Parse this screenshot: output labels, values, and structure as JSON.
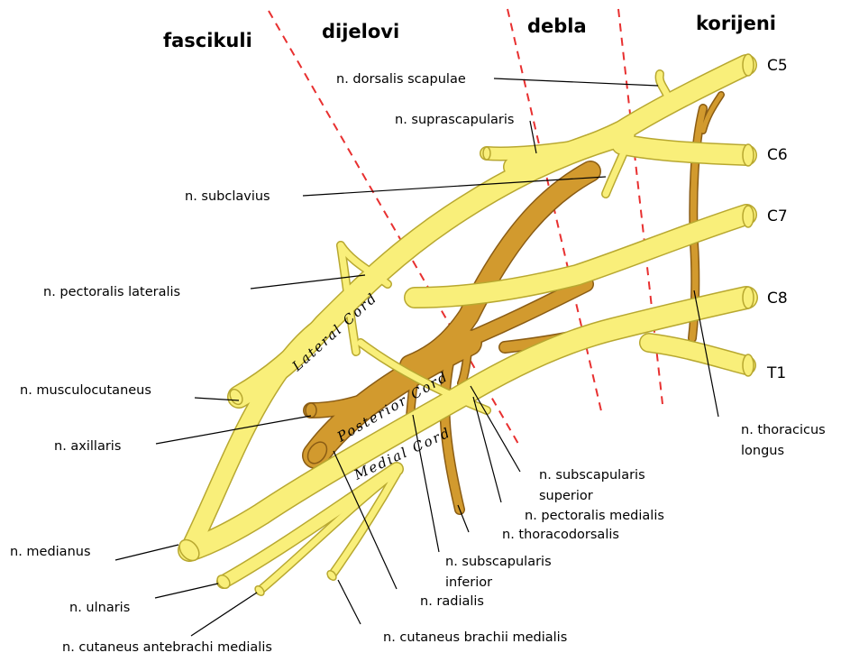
{
  "headers": {
    "fascikuli": "fascikuli",
    "dijelovi": "dijelovi",
    "debla": "debla",
    "korijeni": "korijeni"
  },
  "roots": {
    "c5": "C5",
    "c6": "C6",
    "c7": "C7",
    "c8": "C8",
    "t1": "T1"
  },
  "cords": {
    "lateral": "Lateral Cord",
    "posterior": "Posterior Cord",
    "medial": "Medial Cord"
  },
  "labels": {
    "dorsalis_scapulae": "n. dorsalis scapulae",
    "suprascapularis": "n. suprascapularis",
    "subclavius": "n. subclavius",
    "pectoralis_lateralis": "n. pectoralis lateralis",
    "musculocutaneus": "n. musculocutaneus",
    "axillaris": "n. axillaris",
    "medianus": "n. medianus",
    "ulnaris": "n. ulnaris",
    "cutaneus_antebrachi_medialis": "n. cutaneus antebrachi medialis",
    "cutaneus_brachii_medialis": "n. cutaneus brachii medialis",
    "radialis": "n. radialis",
    "subscapularis_inferior_1": "n. subscapularis",
    "subscapularis_inferior_2": "inferior",
    "thoracodorsalis": "n. thoracodorsalis",
    "pectoralis_medialis": "n. pectoralis medialis",
    "subscapularis_superior_1": "n. subscapularis",
    "subscapularis_superior_2": "superior",
    "thoracicus_longus_1": "n. thoracicus",
    "thoracicus_longus_2": "longus"
  },
  "colors": {
    "yellow_nerve": "#f9ef7a",
    "yellow_outline": "#b8a830",
    "brown_nerve": "#d29a2e",
    "brown_outline": "#8a5c14",
    "divider": "#e83030"
  }
}
